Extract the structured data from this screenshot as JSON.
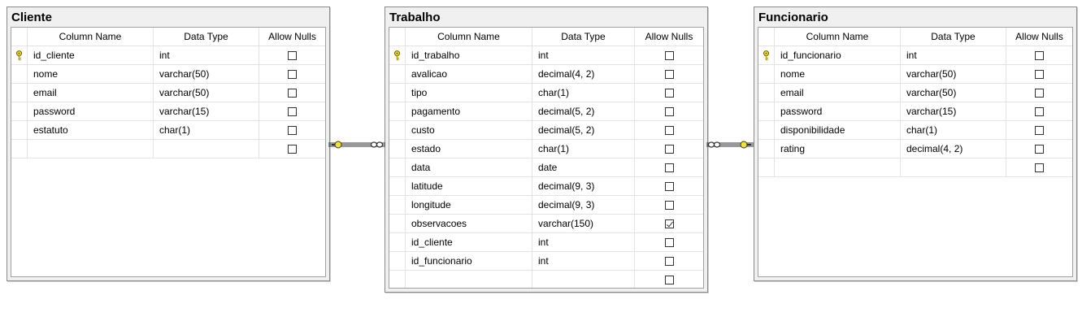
{
  "headers": {
    "column_name": "Column Name",
    "data_type": "Data Type",
    "allow_nulls": "Allow Nulls"
  },
  "tables": [
    {
      "title": "Cliente",
      "rows": [
        {
          "name": "id_cliente",
          "type": "int",
          "nullable": false,
          "pk": true
        },
        {
          "name": "nome",
          "type": "varchar(50)",
          "nullable": false,
          "pk": false
        },
        {
          "name": "email",
          "type": "varchar(50)",
          "nullable": false,
          "pk": false
        },
        {
          "name": "password",
          "type": "varchar(15)",
          "nullable": false,
          "pk": false
        },
        {
          "name": "estatuto",
          "type": "char(1)",
          "nullable": false,
          "pk": false
        },
        {
          "name": "",
          "type": "",
          "nullable": false,
          "pk": false
        }
      ]
    },
    {
      "title": "Trabalho",
      "rows": [
        {
          "name": "id_trabalho",
          "type": "int",
          "nullable": false,
          "pk": true
        },
        {
          "name": "avalicao",
          "type": "decimal(4, 2)",
          "nullable": false,
          "pk": false
        },
        {
          "name": "tipo",
          "type": "char(1)",
          "nullable": false,
          "pk": false
        },
        {
          "name": "pagamento",
          "type": "decimal(5, 2)",
          "nullable": false,
          "pk": false
        },
        {
          "name": "custo",
          "type": "decimal(5, 2)",
          "nullable": false,
          "pk": false
        },
        {
          "name": "estado",
          "type": "char(1)",
          "nullable": false,
          "pk": false
        },
        {
          "name": "data",
          "type": "date",
          "nullable": false,
          "pk": false
        },
        {
          "name": "latitude",
          "type": "decimal(9, 3)",
          "nullable": false,
          "pk": false
        },
        {
          "name": "longitude",
          "type": "decimal(9, 3)",
          "nullable": false,
          "pk": false
        },
        {
          "name": "observacoes",
          "type": "varchar(150)",
          "nullable": true,
          "pk": false
        },
        {
          "name": "id_cliente",
          "type": "int",
          "nullable": false,
          "pk": false
        },
        {
          "name": "id_funcionario",
          "type": "int",
          "nullable": false,
          "pk": false
        },
        {
          "name": "",
          "type": "",
          "nullable": false,
          "pk": false
        }
      ]
    },
    {
      "title": "Funcionario",
      "rows": [
        {
          "name": "id_funcionario",
          "type": "int",
          "nullable": false,
          "pk": true
        },
        {
          "name": "nome",
          "type": "varchar(50)",
          "nullable": false,
          "pk": false
        },
        {
          "name": "email",
          "type": "varchar(50)",
          "nullable": false,
          "pk": false
        },
        {
          "name": "password",
          "type": "varchar(15)",
          "nullable": false,
          "pk": false
        },
        {
          "name": "disponibilidade",
          "type": "char(1)",
          "nullable": false,
          "pk": false
        },
        {
          "name": "rating",
          "type": "decimal(4, 2)",
          "nullable": false,
          "pk": false
        },
        {
          "name": "",
          "type": "",
          "nullable": false,
          "pk": false
        }
      ]
    }
  ],
  "relationships": [
    {
      "from": "Cliente",
      "to": "Trabalho"
    },
    {
      "from": "Funcionario",
      "to": "Trabalho"
    }
  ],
  "colors": {
    "key": "#f2e233",
    "border": "#8a8a8a",
    "line": "#333333"
  }
}
